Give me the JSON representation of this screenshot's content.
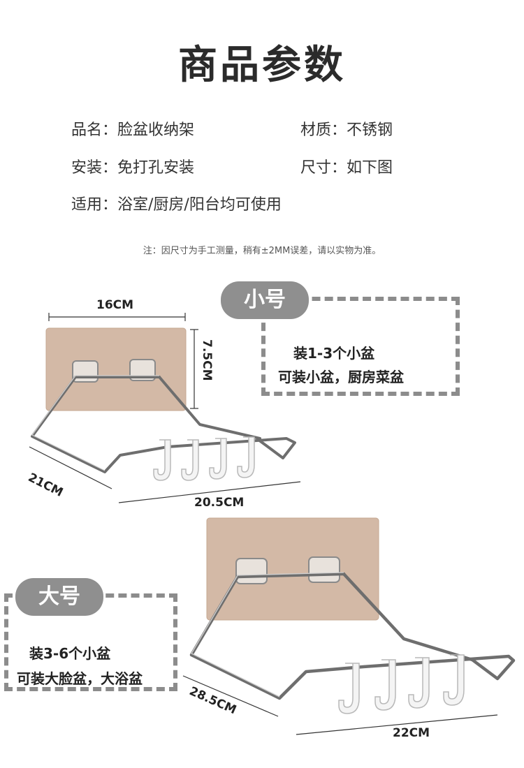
{
  "title": "商品参数",
  "specs": {
    "name": "品名：脸盆收纳架",
    "material": "材质：不锈钢",
    "install": "安装：免打孔安装",
    "size": "尺寸：如下图",
    "usage": "适用：浴室/厨房/阳台均可使用"
  },
  "note": "注：因尺寸为手工测量，稍有±2MM误差，请以实物为准。",
  "small": {
    "badge": "小号",
    "line1": "装1-3个小盆",
    "line2": "可装小盆，厨房菜盆",
    "width": "16CM",
    "height": "7.5CM",
    "depth": "21CM",
    "length": "20.5CM"
  },
  "large": {
    "badge": "大号",
    "line1": "装3-6个小盆",
    "line2": "可装大脸盆，大浴盆",
    "depth": "28.5CM",
    "length": "22CM"
  },
  "colors": {
    "plate": "#d3b9a6",
    "badge": "#8f8f8f",
    "dash": "#8c8c8c",
    "steel": "#6e6e6e"
  }
}
